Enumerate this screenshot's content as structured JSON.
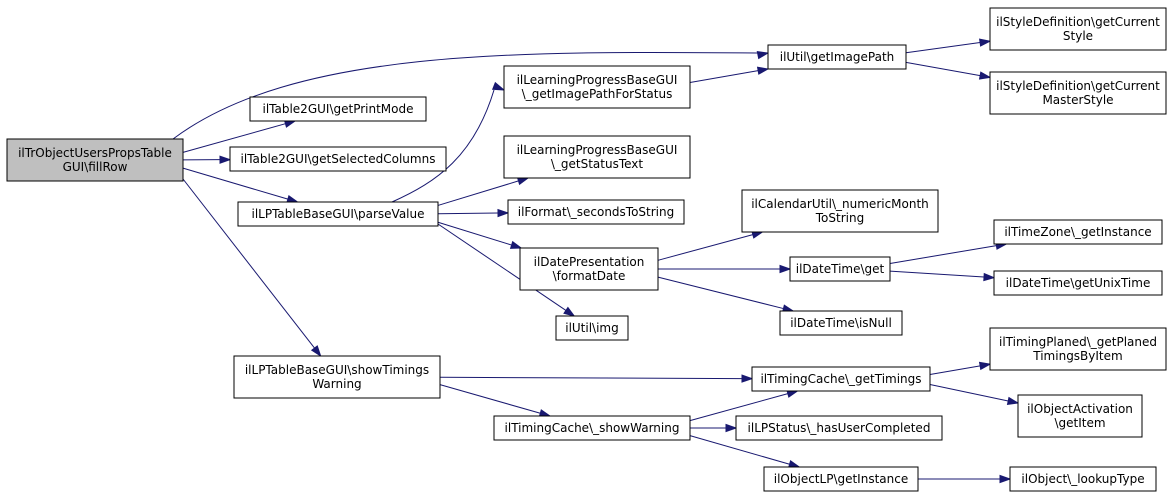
{
  "colors": {
    "edge": "#191970",
    "root_fill": "#bfbfbf",
    "node_fill": "#ffffff",
    "border": "#000000"
  },
  "nodes": [
    {
      "id": "fillRow",
      "lines": [
        "ilTrObjectUsersPropsTable",
        "GUI\\fillRow"
      ],
      "root": true
    },
    {
      "id": "getPrintMode",
      "lines": [
        "ilTable2GUI\\getPrintMode"
      ]
    },
    {
      "id": "getSelectedColumns",
      "lines": [
        "ilTable2GUI\\getSelectedColumns"
      ]
    },
    {
      "id": "parseValue",
      "lines": [
        "ilLPTableBaseGUI\\parseValue"
      ]
    },
    {
      "id": "showTimingsWarning",
      "lines": [
        "ilLPTableBaseGUI\\showTimings",
        "Warning"
      ]
    },
    {
      "id": "getImagePathForStatus",
      "lines": [
        "ilLearningProgressBaseGUI",
        "\\_getImagePathForStatus"
      ]
    },
    {
      "id": "getStatusText",
      "lines": [
        "ilLearningProgressBaseGUI",
        "\\_getStatusText"
      ]
    },
    {
      "id": "secondsToString",
      "lines": [
        "ilFormat\\_secondsToString"
      ]
    },
    {
      "id": "formatDate",
      "lines": [
        "ilDatePresentation",
        "\\formatDate"
      ]
    },
    {
      "id": "img",
      "lines": [
        "ilUtil\\img"
      ]
    },
    {
      "id": "getImagePath",
      "lines": [
        "ilUtil\\getImagePath"
      ]
    },
    {
      "id": "getCurrentStyle",
      "lines": [
        "ilStyleDefinition\\getCurrent",
        "Style"
      ]
    },
    {
      "id": "getCurrentMasterStyle",
      "lines": [
        "ilStyleDefinition\\getCurrent",
        "MasterStyle"
      ]
    },
    {
      "id": "numericMonthToString",
      "lines": [
        "ilCalendarUtil\\_numericMonth",
        "ToString"
      ]
    },
    {
      "id": "dtGet",
      "lines": [
        "ilDateTime\\get"
      ]
    },
    {
      "id": "dtIsNull",
      "lines": [
        "ilDateTime\\isNull"
      ]
    },
    {
      "id": "tzGetInstance",
      "lines": [
        "ilTimeZone\\_getInstance"
      ]
    },
    {
      "id": "getUnixTime",
      "lines": [
        "ilDateTime\\getUnixTime"
      ]
    },
    {
      "id": "getTimings",
      "lines": [
        "ilTimingCache\\_getTimings"
      ]
    },
    {
      "id": "showWarning",
      "lines": [
        "ilTimingCache\\_showWarning"
      ]
    },
    {
      "id": "getPlanedTimings",
      "lines": [
        "ilTimingPlaned\\_getPlaned",
        "TimingsByItem"
      ]
    },
    {
      "id": "oaGetItem",
      "lines": [
        "ilObjectActivation",
        "\\getItem"
      ]
    },
    {
      "id": "hasUserCompleted",
      "lines": [
        "ilLPStatus\\_hasUserCompleted"
      ]
    },
    {
      "id": "olpGetInstance",
      "lines": [
        "ilObjectLP\\getInstance"
      ]
    },
    {
      "id": "lookupType",
      "lines": [
        "ilObject\\_lookupType"
      ]
    }
  ],
  "edges": [
    {
      "from": "fillRow",
      "to": "getImagePath"
    },
    {
      "from": "fillRow",
      "to": "getPrintMode"
    },
    {
      "from": "fillRow",
      "to": "getSelectedColumns"
    },
    {
      "from": "fillRow",
      "to": "parseValue"
    },
    {
      "from": "fillRow",
      "to": "showTimingsWarning"
    },
    {
      "from": "parseValue",
      "to": "getImagePathForStatus"
    },
    {
      "from": "parseValue",
      "to": "getStatusText"
    },
    {
      "from": "parseValue",
      "to": "secondsToString"
    },
    {
      "from": "parseValue",
      "to": "formatDate"
    },
    {
      "from": "parseValue",
      "to": "img"
    },
    {
      "from": "getImagePathForStatus",
      "to": "getImagePath"
    },
    {
      "from": "getImagePath",
      "to": "getCurrentStyle"
    },
    {
      "from": "getImagePath",
      "to": "getCurrentMasterStyle"
    },
    {
      "from": "formatDate",
      "to": "numericMonthToString"
    },
    {
      "from": "formatDate",
      "to": "dtGet"
    },
    {
      "from": "formatDate",
      "to": "dtIsNull"
    },
    {
      "from": "dtGet",
      "to": "tzGetInstance"
    },
    {
      "from": "dtGet",
      "to": "getUnixTime"
    },
    {
      "from": "showTimingsWarning",
      "to": "getTimings"
    },
    {
      "from": "showTimingsWarning",
      "to": "showWarning"
    },
    {
      "from": "showWarning",
      "to": "getTimings"
    },
    {
      "from": "showWarning",
      "to": "hasUserCompleted"
    },
    {
      "from": "showWarning",
      "to": "olpGetInstance"
    },
    {
      "from": "getTimings",
      "to": "getPlanedTimings"
    },
    {
      "from": "getTimings",
      "to": "oaGetItem"
    },
    {
      "from": "olpGetInstance",
      "to": "lookupType"
    }
  ]
}
